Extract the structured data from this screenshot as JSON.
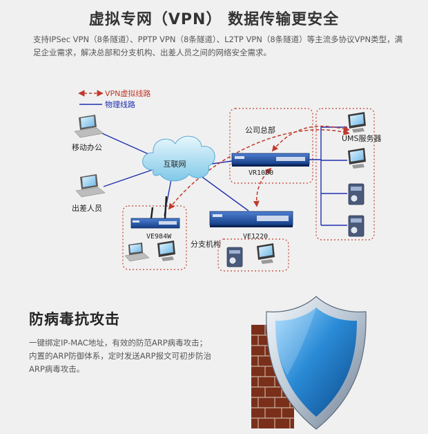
{
  "title": "虚拟专网（VPN）   数据传输更安全",
  "description": "支持IPSec VPN（8条隧道）、PPTP VPN（8条隧道）、L2TP VPN（8条隧道）等主流多协议VPN类型，满足企业需求，解决总部和分支机构、出差人员之间的网络安全需求。",
  "diagram": {
    "legend": {
      "vpn_line": "VPN虚拟线路",
      "physical_line": "物理线路"
    },
    "nodes": {
      "mobile_office": "移动办公",
      "business_traveler": "出差人员",
      "internet": "互联网",
      "headquarters": "公司总部",
      "vr1000": "VR1000",
      "ums_server": "UMS服务器",
      "ve984w": "VE984W",
      "branch": "分支机构",
      "ve1220": "VE1220"
    }
  },
  "section2": {
    "heading": "防病毒抗攻击",
    "lines": [
      "一键绑定IP-MAC地址，有效的防范ARP病毒攻击；",
      "内置的ARP防御体系，定时发送ARP报文可初步防治",
      "ARP病毒攻击。"
    ]
  },
  "colors": {
    "physical_line": "#1e2fb0",
    "vpn_line": "#c0392b",
    "router_blue": "#1d4fa3",
    "shield_blue": "#2a8bd6",
    "brick": "#8a3a22"
  }
}
